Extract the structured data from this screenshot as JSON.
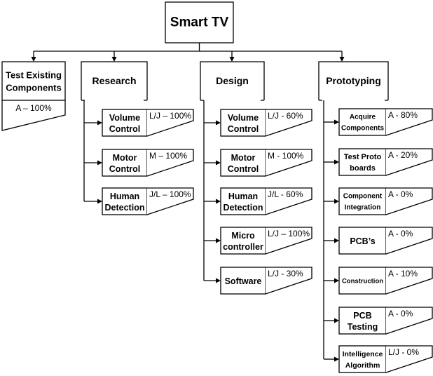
{
  "root": {
    "label": "Smart TV"
  },
  "branches": [
    {
      "label_lines": [
        "Test Existing",
        "Components"
      ],
      "tag": "A – 100%",
      "children": []
    },
    {
      "label_lines": [
        "Research"
      ],
      "children": [
        {
          "label_lines": [
            "Volume",
            "Control"
          ],
          "tag": "L/J – 100%"
        },
        {
          "label_lines": [
            "Motor",
            "Control"
          ],
          "tag": "M – 100%"
        },
        {
          "label_lines": [
            "Human",
            "Detection"
          ],
          "tag": "J/L – 100%"
        }
      ]
    },
    {
      "label_lines": [
        "Design"
      ],
      "children": [
        {
          "label_lines": [
            "Volume",
            "Control"
          ],
          "tag": "L/J - 60%"
        },
        {
          "label_lines": [
            "Motor",
            "Control"
          ],
          "tag": "M - 100%"
        },
        {
          "label_lines": [
            "Human",
            "Detection"
          ],
          "tag": "J/L - 60%"
        },
        {
          "label_lines": [
            "Micro",
            "controller"
          ],
          "tag": "L/J – 100%"
        },
        {
          "label_lines": [
            "Software"
          ],
          "tag": "L/J - 30%"
        }
      ]
    },
    {
      "label_lines": [
        "Prototyping"
      ],
      "children": [
        {
          "label_lines": [
            "Acquire",
            "Components"
          ],
          "tag": "A - 80%"
        },
        {
          "label_lines": [
            "Test Proto",
            "boards"
          ],
          "tag": "A - 20%"
        },
        {
          "label_lines": [
            "Component",
            "Integration"
          ],
          "tag": "A - 0%"
        },
        {
          "label_lines": [
            "PCB’s"
          ],
          "tag": "A - 0%"
        },
        {
          "label_lines": [
            "Construction"
          ],
          "tag": "A - 10%"
        },
        {
          "label_lines": [
            "PCB",
            "Testing"
          ],
          "tag": "A - 0%"
        },
        {
          "label_lines": [
            "Intelligence",
            "Algorithm"
          ],
          "tag": "L/J - 0%"
        }
      ]
    }
  ]
}
